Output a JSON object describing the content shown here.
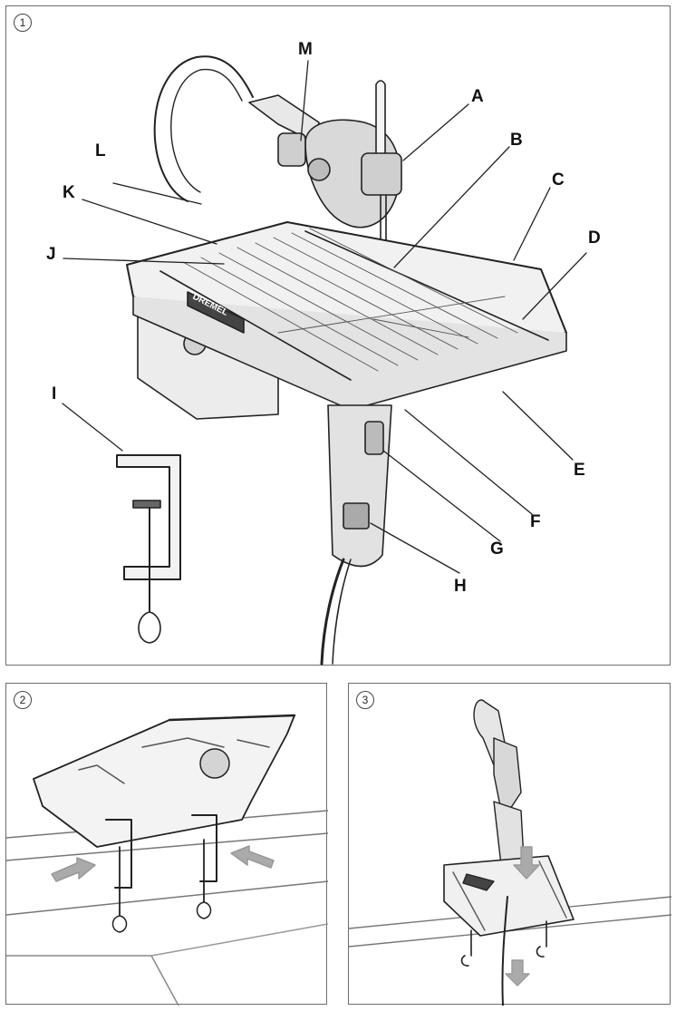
{
  "figures": [
    {
      "number": "1"
    },
    {
      "number": "2"
    },
    {
      "number": "3"
    }
  ],
  "labels": {
    "A": "A",
    "B": "B",
    "C": "C",
    "D": "D",
    "E": "E",
    "F": "F",
    "G": "G",
    "H": "H",
    "I": "I",
    "J": "J",
    "K": "K",
    "L": "L",
    "M": "M"
  },
  "brand_text": "DREMEL"
}
